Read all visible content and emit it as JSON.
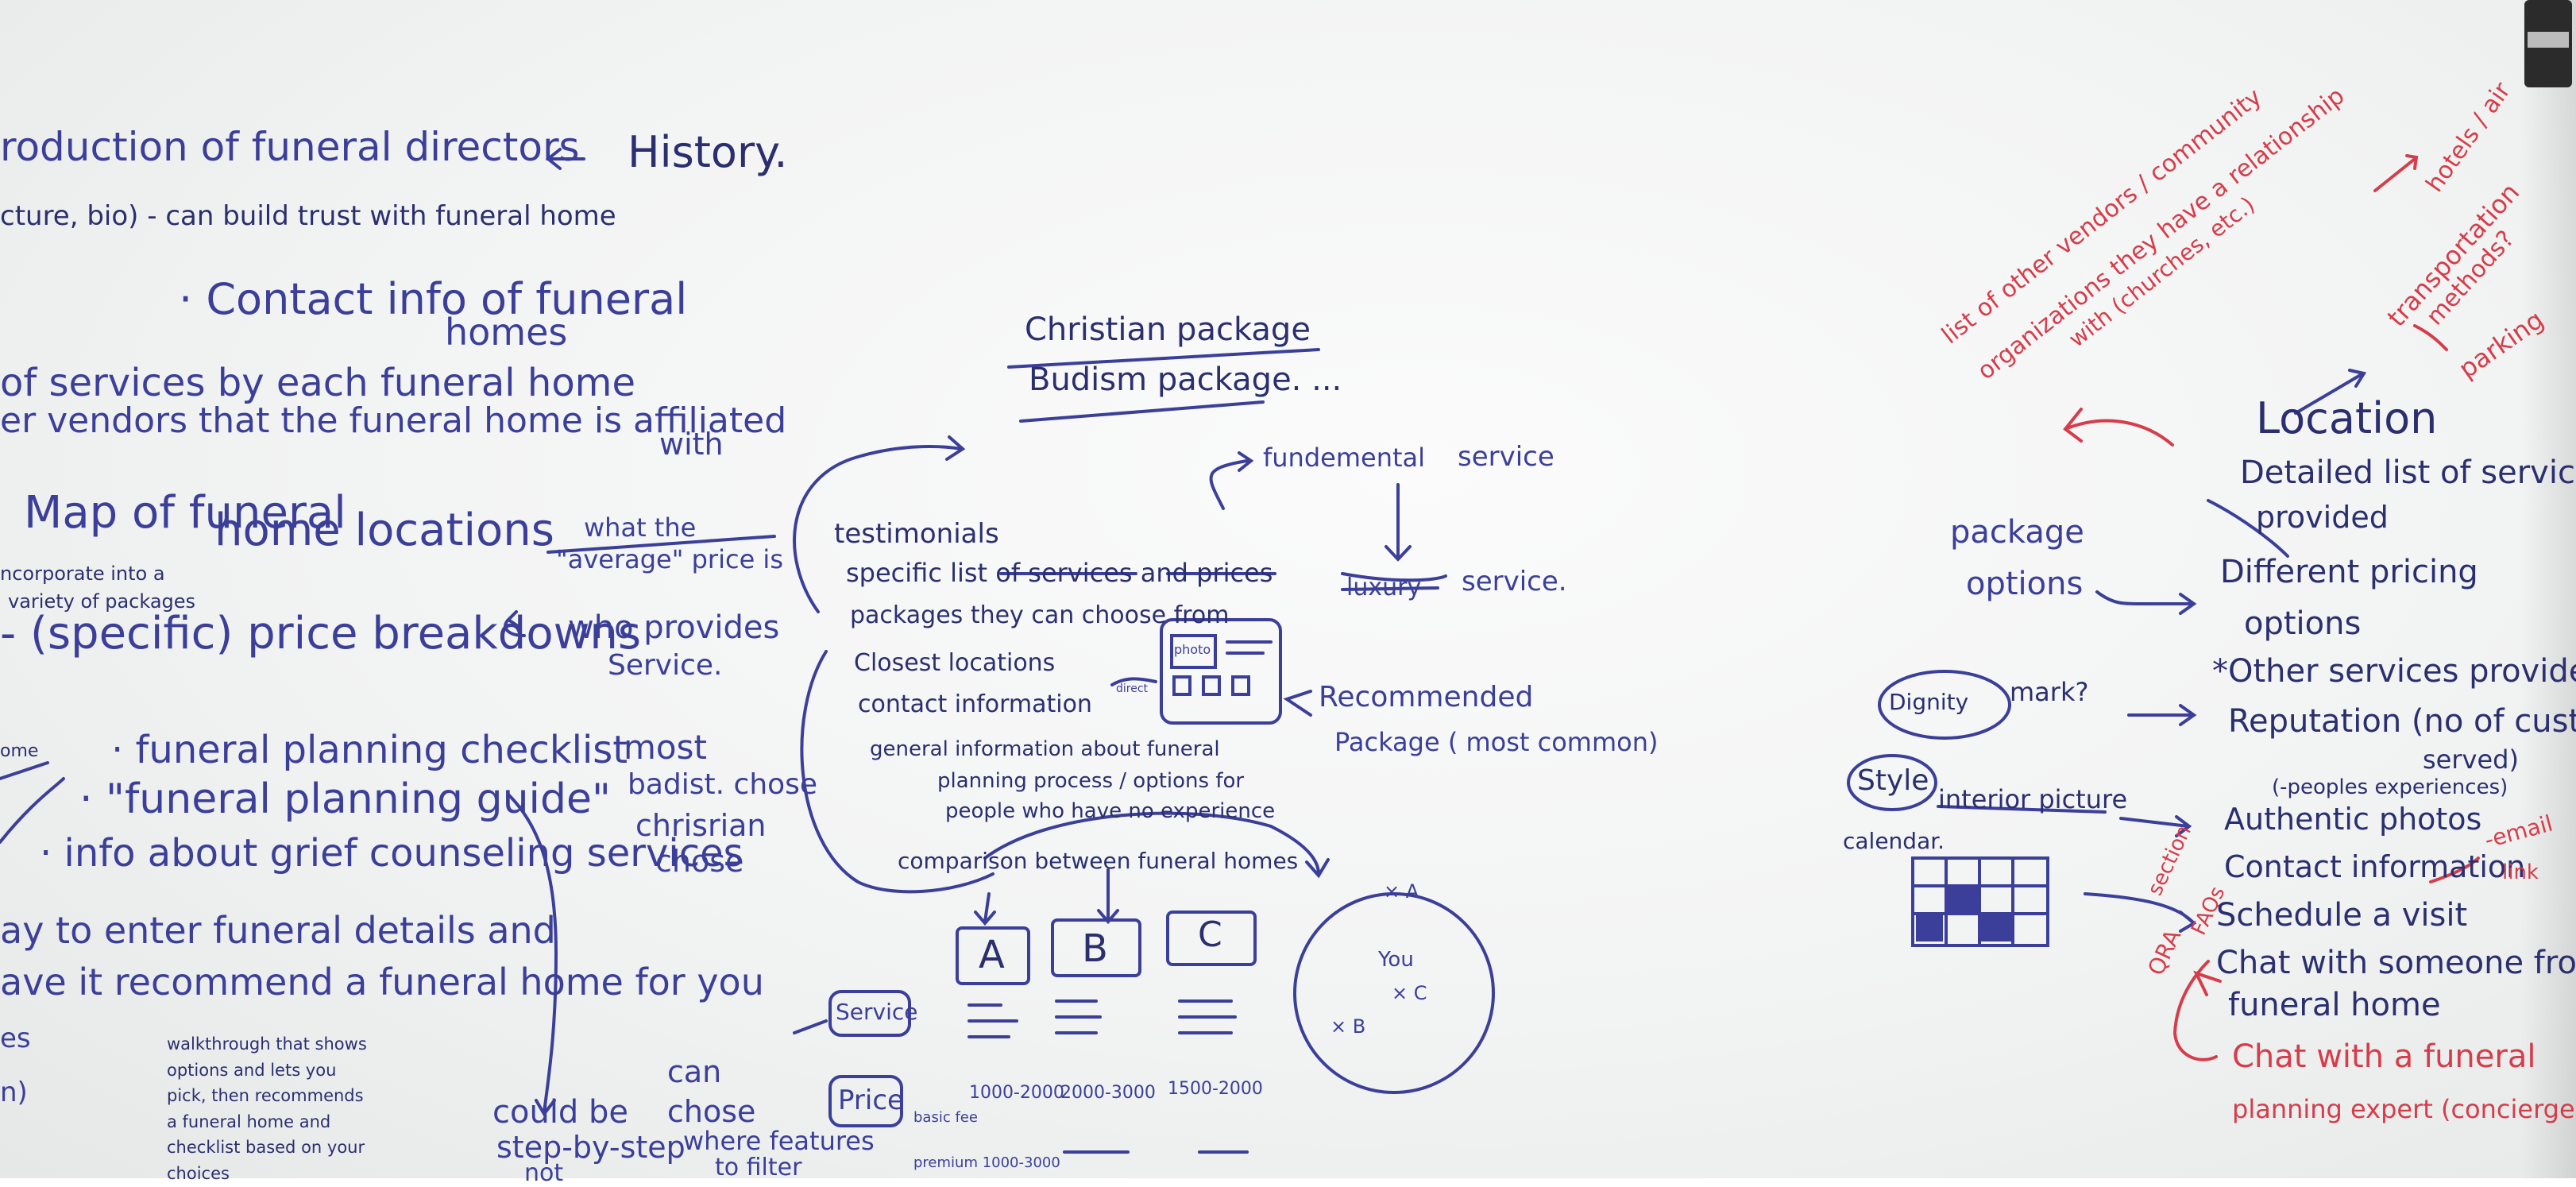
{
  "colors": {
    "blue_marker": "#3b3f9a",
    "dark_marker": "#2b2f6f",
    "red_marker": "#d63c4a",
    "board": "#f4f5f5"
  },
  "left": {
    "intro": "roduction of funeral directors",
    "history": "History.",
    "bio": "cture, bio) - can build trust with funeral home",
    "contact": "· Contact info of funeral",
    "homes": "homes",
    "services_by_home": "of services by each funeral home",
    "vendors": "er vendors that the funeral home is affiliated",
    "with": "with",
    "map1": "Map of funeral",
    "map2": "home locations",
    "incorporate1": "ncorporate into a",
    "incorporate2": "variety of packages",
    "what_avg1": "what the",
    "what_avg2": "\"average\" price is",
    "price_breakdowns": "- (specific) price breakdowns",
    "who_provides1": "who provides",
    "who_provides2": "Service.",
    "checklist": "· funeral planning checklist",
    "guide": "· \"funeral planning guide\"",
    "grief": "· info about grief counseling services",
    "most": "most",
    "budist": "badist. chose",
    "christian": "chrisrian",
    "chose": "chose",
    "home": "ome",
    "enter_details": "ay to enter funeral details and",
    "recommend": "ave it recommend a funeral home for you",
    "es": "es",
    "on": "n)",
    "walkthrough": [
      "walkthrough that shows",
      "options and lets you",
      "pick, then recommends",
      "a funeral home and",
      "checklist based on your",
      "choices"
    ],
    "could_be": "could be",
    "step": "step-by-step",
    "not": "not",
    "can": "can",
    "chose2": "chose",
    "where_features": "where features",
    "filter": "to filter"
  },
  "middle": {
    "christian_pkg": "Christian package",
    "budism_pkg": "Budism package. ...",
    "fundamental": "fundemental",
    "service": "service",
    "luxury": "luxury",
    "service2": "service.",
    "testimonials": "testimonials",
    "specific_list": "specific list of services and prices",
    "packages": "packages they can choose from",
    "closest": "Closest locations",
    "contact": "contact information",
    "dir": "direct",
    "photo": "photo",
    "recommend1": "Recommended",
    "recommend2": "Package ( most common)",
    "general1": "general information about funeral",
    "general2": "planning process / options for",
    "general3": "people who have no experience",
    "comparison": "comparison between funeral homes",
    "boxA": "A",
    "boxB": "B",
    "boxC": "C",
    "map_A": "× A",
    "map_you": "You",
    "map_C": "× C",
    "map_B": "× B",
    "service_label": "Service",
    "price_label": "Price",
    "price_vals": [
      "1000-2000",
      "2000-3000",
      "1500-2000"
    ],
    "basic_fee": "basic fee",
    "premium": "premium 1000-3000"
  },
  "right": {
    "vendors1": "list of other vendors / community",
    "vendors2": "organizations they have a relationship",
    "vendors3": "with (churches, etc.)",
    "hotels": "hotels / air",
    "transport1": "transportation",
    "transport2": "methods?",
    "parking": "parking",
    "location": "Location",
    "detailed1": "Detailed list of services",
    "detailed2": "provided",
    "package": "package",
    "options": "options",
    "different1": "Different pricing",
    "different2": "options",
    "other": "*Other services provided",
    "dignity": "Dignity",
    "mark": "mark?",
    "reputation": "Reputation (no of customers",
    "served": "served)",
    "peoples": "(-peoples experiences)",
    "style": "Style",
    "interior": "interior picture",
    "authentic": "Authentic photos",
    "calendar": "calendar.",
    "contact": "Contact information",
    "email": "-email",
    "link": "link",
    "section1": "section",
    "section2": "QRA",
    "faqs": "FAQs",
    "schedule": "Schedule a visit",
    "chat1": "Chat with someone from",
    "chat2": "funeral home",
    "chat3": "Chat with a funeral",
    "chat4": "planning expert (concierge)"
  }
}
